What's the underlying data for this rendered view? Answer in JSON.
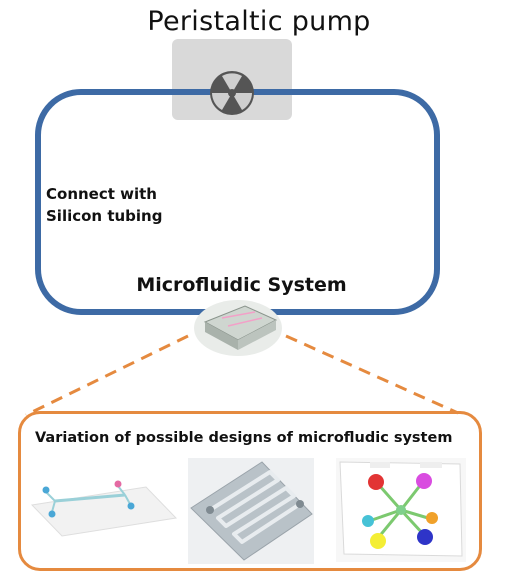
{
  "title": "Peristaltic pump",
  "tubing_label_line1": "Connect with",
  "tubing_label_line2": "Silicon tubing",
  "system_label": "Microfluidic System",
  "designs_title": "Variation of possible designs of microfludic system",
  "colors": {
    "loop": "#3d6aa5",
    "panel_border": "#e58a3f",
    "pump_box": "#d9d9d9"
  }
}
